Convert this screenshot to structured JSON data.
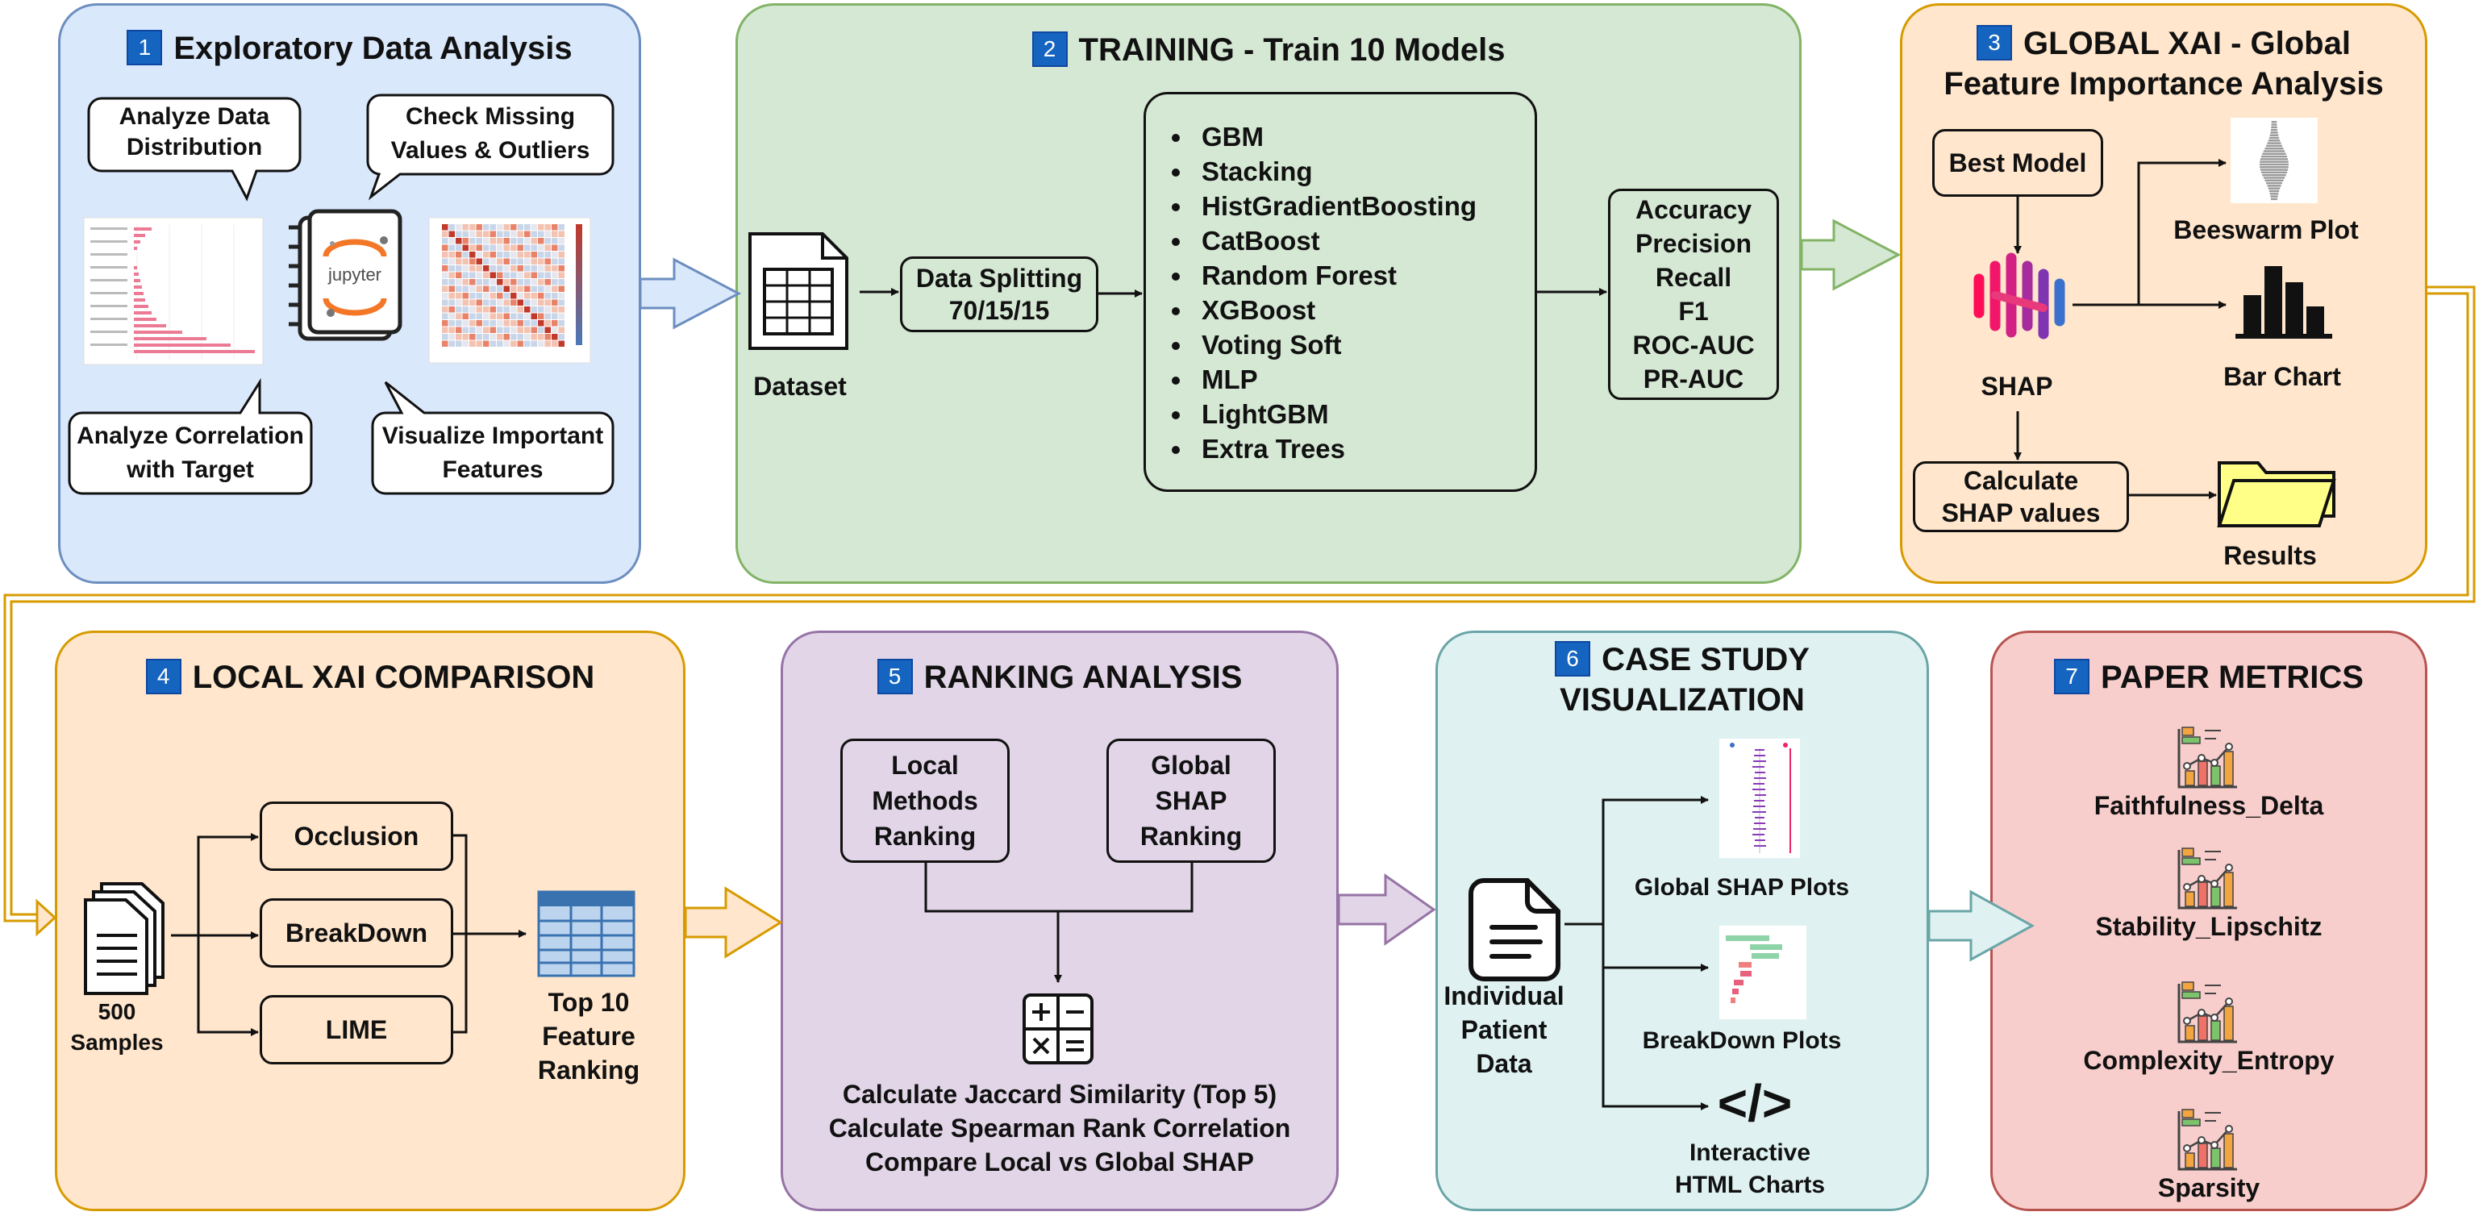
{
  "panels": {
    "p1": {
      "num": "1",
      "title": "Exploratory Data Analysis",
      "bubble1": "Analyze Data\nDistribution",
      "bubble2": "Check Missing\nValues & Outliers",
      "bubble3": "Analyze Correlation\nwith Target",
      "bubble4": "Visualize Important\nFeatures",
      "jupyter": "jupyter"
    },
    "p2": {
      "num": "2",
      "title": "TRAINING - Train 10 Models",
      "dataset": "Dataset",
      "splitting": "Data Splitting\n70/15/15",
      "models": [
        "GBM",
        "Stacking",
        "HistGradientBoosting",
        "CatBoost",
        "Random Forest",
        "XGBoost",
        "Voting Soft",
        "MLP",
        "LightGBM",
        "Extra Trees"
      ],
      "metrics": [
        "Accuracy",
        "Precision",
        "Recall",
        "F1",
        "ROC-AUC",
        "PR-AUC"
      ]
    },
    "p3": {
      "num": "3",
      "title_line1": "GLOBAL XAI - Global",
      "title_line2": "Feature Importance Analysis",
      "best_model": "Best Model",
      "shap": "SHAP",
      "beeswarm": "Beeswarm Plot",
      "bar_chart": "Bar Chart",
      "calc_shap": "Calculate\nSHAP values",
      "results": "Results"
    },
    "p4": {
      "num": "4",
      "title": "LOCAL XAI COMPARISON",
      "samples": "500\nSamples",
      "methods": [
        "Occlusion",
        "BreakDown",
        "LIME"
      ],
      "ranking": "Top 10\nFeature\nRanking"
    },
    "p5": {
      "num": "5",
      "title": "RANKING ANALYSIS",
      "local": "Local\nMethods\nRanking",
      "global": "Global\nSHAP\nRanking",
      "steps": [
        "Calculate Jaccard Similarity (Top 5)",
        "Calculate Spearman Rank Correlation",
        "Compare Local vs Global SHAP"
      ]
    },
    "p6": {
      "num": "6",
      "title_line1": "CASE STUDY",
      "title_line2": "VISUALIZATION",
      "patient": "Individual\nPatient\nData",
      "global_shap": "Global SHAP Plots",
      "breakdown_plots": "BreakDown Plots",
      "html_code": "</>",
      "interactive": "Interactive\nHTML Charts"
    },
    "p7": {
      "num": "7",
      "title": "PAPER METRICS",
      "metrics": [
        "Faithfulness_Delta",
        "Stability_Lipschitz",
        "Complexity_Entropy",
        "Sparsity"
      ]
    }
  },
  "colors": {
    "blue_bg": "#dae8fc",
    "blue_border": "#6c8ebf",
    "green_bg": "#d5e8d4",
    "green_border": "#82b366",
    "orange_bg": "#ffe6cc",
    "orange_border": "#d79b00",
    "purple_bg": "#e1d5e7",
    "purple_border": "#9673a6",
    "teal_bg": "#dff2f1",
    "teal_border": "#6aa5a8",
    "red_bg": "#f8cecc",
    "red_border": "#b85450",
    "badge": "#1565c0"
  }
}
